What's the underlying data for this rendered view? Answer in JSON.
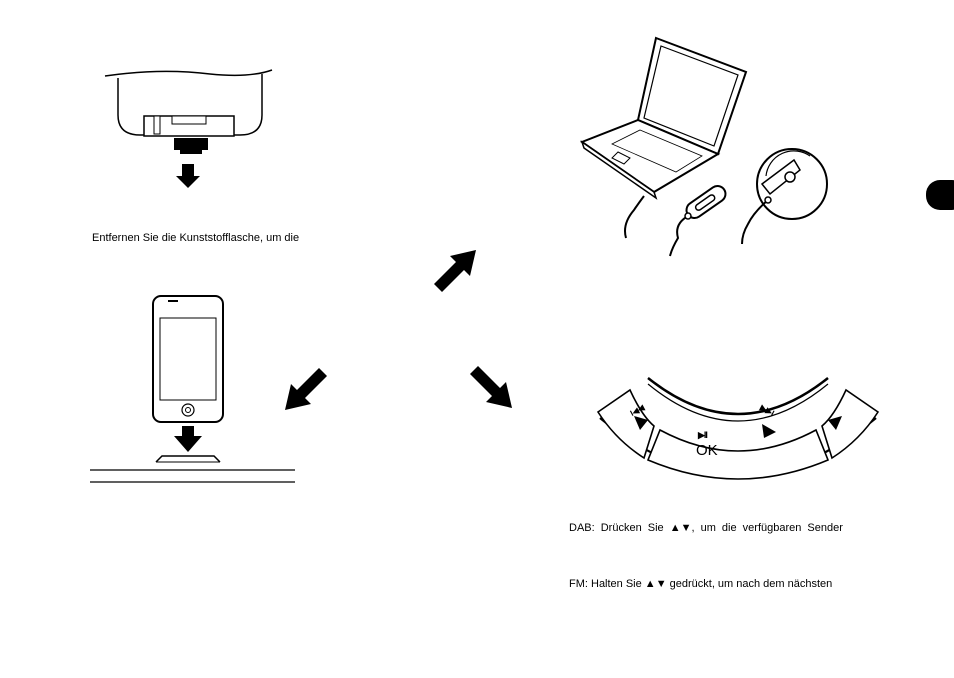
{
  "captions": {
    "dock_adapter": "Entfernen Sie die Kunststofflasche, um die",
    "dab": "DAB: Drücken Sie ▲▼, um die verfügbaren Sender",
    "fm": "FM: Halten Sie ▲▼ gedrückt, um nach dem nächsten"
  },
  "buttons": {
    "ok_label": "OK",
    "play_pause_glyph": "▶II",
    "prev_glyph": "I◀◀",
    "next_glyph": "▶▶I"
  },
  "colors": {
    "ink": "#000000",
    "tab": "#000000"
  }
}
